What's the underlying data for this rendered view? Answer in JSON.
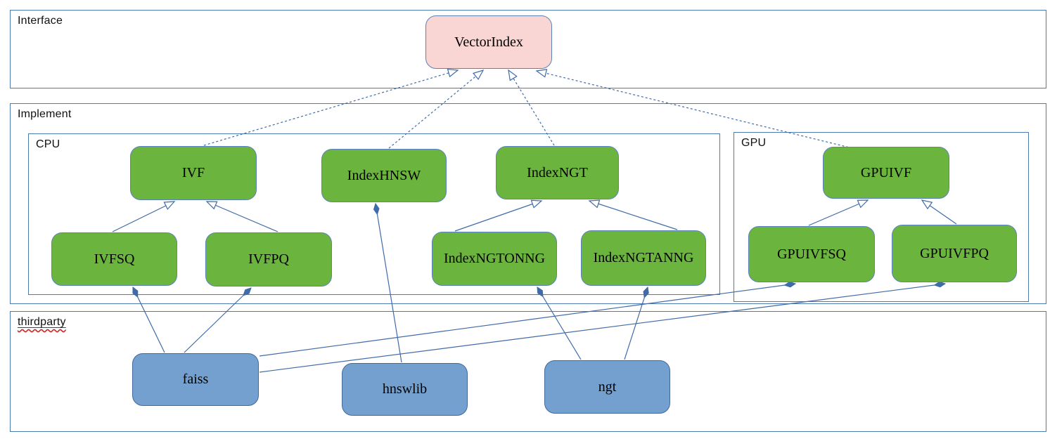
{
  "diagram": {
    "containers": [
      {
        "id": "interface",
        "label": "Interface"
      },
      {
        "id": "implement",
        "label": "Implement"
      },
      {
        "id": "cpu",
        "label": "CPU"
      },
      {
        "id": "gpu",
        "label": "GPU"
      },
      {
        "id": "thirdparty",
        "label": "thirdparty",
        "spellcheck_underline": true
      }
    ],
    "nodes": [
      {
        "id": "vectorindex",
        "label": "VectorIndex",
        "kind": "interface",
        "fill": "pink"
      },
      {
        "id": "ivf",
        "label": "IVF",
        "kind": "cpu-class",
        "fill": "green"
      },
      {
        "id": "indexhnsw",
        "label": "IndexHNSW",
        "kind": "cpu-class",
        "fill": "green"
      },
      {
        "id": "indexngt",
        "label": "IndexNGT",
        "kind": "cpu-class",
        "fill": "green"
      },
      {
        "id": "ivfsq",
        "label": "IVFSQ",
        "kind": "cpu-class",
        "fill": "green"
      },
      {
        "id": "ivfpq",
        "label": "IVFPQ",
        "kind": "cpu-class",
        "fill": "green"
      },
      {
        "id": "indexngtonng",
        "label": "IndexNGTONNG",
        "kind": "cpu-class",
        "fill": "green"
      },
      {
        "id": "indexngtanng",
        "label": "IndexNGTANNG",
        "kind": "cpu-class",
        "fill": "green"
      },
      {
        "id": "gpuivf",
        "label": "GPUIVF",
        "kind": "gpu-class",
        "fill": "green"
      },
      {
        "id": "gpuivfsq",
        "label": "GPUIVFSQ",
        "kind": "gpu-class",
        "fill": "green"
      },
      {
        "id": "gpuivfpq",
        "label": "GPUIVFPQ",
        "kind": "gpu-class",
        "fill": "green"
      },
      {
        "id": "faiss",
        "label": "faiss",
        "kind": "thirdparty-lib",
        "fill": "blue"
      },
      {
        "id": "hnswlib",
        "label": "hnswlib",
        "kind": "thirdparty-lib",
        "fill": "blue"
      },
      {
        "id": "ngt",
        "label": "ngt",
        "kind": "thirdparty-lib",
        "fill": "blue"
      }
    ],
    "edges": [
      {
        "from": "IVF",
        "to": "VectorIndex",
        "type": "realization",
        "style": "dashed-hollow-triangle"
      },
      {
        "from": "IndexHNSW",
        "to": "VectorIndex",
        "type": "realization",
        "style": "dashed-hollow-triangle"
      },
      {
        "from": "IndexNGT",
        "to": "VectorIndex",
        "type": "realization",
        "style": "dashed-hollow-triangle"
      },
      {
        "from": "GPUIVF",
        "to": "VectorIndex",
        "type": "realization",
        "style": "dashed-hollow-triangle"
      },
      {
        "from": "IVFSQ",
        "to": "IVF",
        "type": "generalization",
        "style": "solid-hollow-triangle"
      },
      {
        "from": "IVFPQ",
        "to": "IVF",
        "type": "generalization",
        "style": "solid-hollow-triangle"
      },
      {
        "from": "IndexNGTONNG",
        "to": "IndexNGT",
        "type": "generalization",
        "style": "solid-hollow-triangle"
      },
      {
        "from": "IndexNGTANNG",
        "to": "IndexNGT",
        "type": "generalization",
        "style": "solid-hollow-triangle"
      },
      {
        "from": "GPUIVFSQ",
        "to": "GPUIVF",
        "type": "generalization",
        "style": "solid-hollow-triangle"
      },
      {
        "from": "GPUIVFPQ",
        "to": "GPUIVF",
        "type": "generalization",
        "style": "solid-hollow-triangle"
      },
      {
        "from": "faiss",
        "to": "IVFSQ",
        "type": "composition",
        "style": "solid-filled-diamond"
      },
      {
        "from": "faiss",
        "to": "IVFPQ",
        "type": "composition",
        "style": "solid-filled-diamond"
      },
      {
        "from": "faiss",
        "to": "GPUIVFSQ",
        "type": "composition",
        "style": "solid-filled-diamond"
      },
      {
        "from": "faiss",
        "to": "GPUIVFPQ",
        "type": "composition",
        "style": "solid-filled-diamond"
      },
      {
        "from": "hnswlib",
        "to": "IndexHNSW",
        "type": "composition",
        "style": "solid-filled-diamond"
      },
      {
        "from": "ngt",
        "to": "IndexNGTONNG",
        "type": "composition",
        "style": "solid-filled-diamond"
      },
      {
        "from": "ngt",
        "to": "IndexNGTANNG",
        "type": "composition",
        "style": "solid-filled-diamond"
      }
    ],
    "colors": {
      "line": "#3f6ba8",
      "container_border": "#4d7ab0",
      "interface_fill": "#f9d6d3",
      "implement_fill": "#6bb53f",
      "thirdparty_fill": "#74a0d0",
      "spell": "#cc2222"
    }
  }
}
